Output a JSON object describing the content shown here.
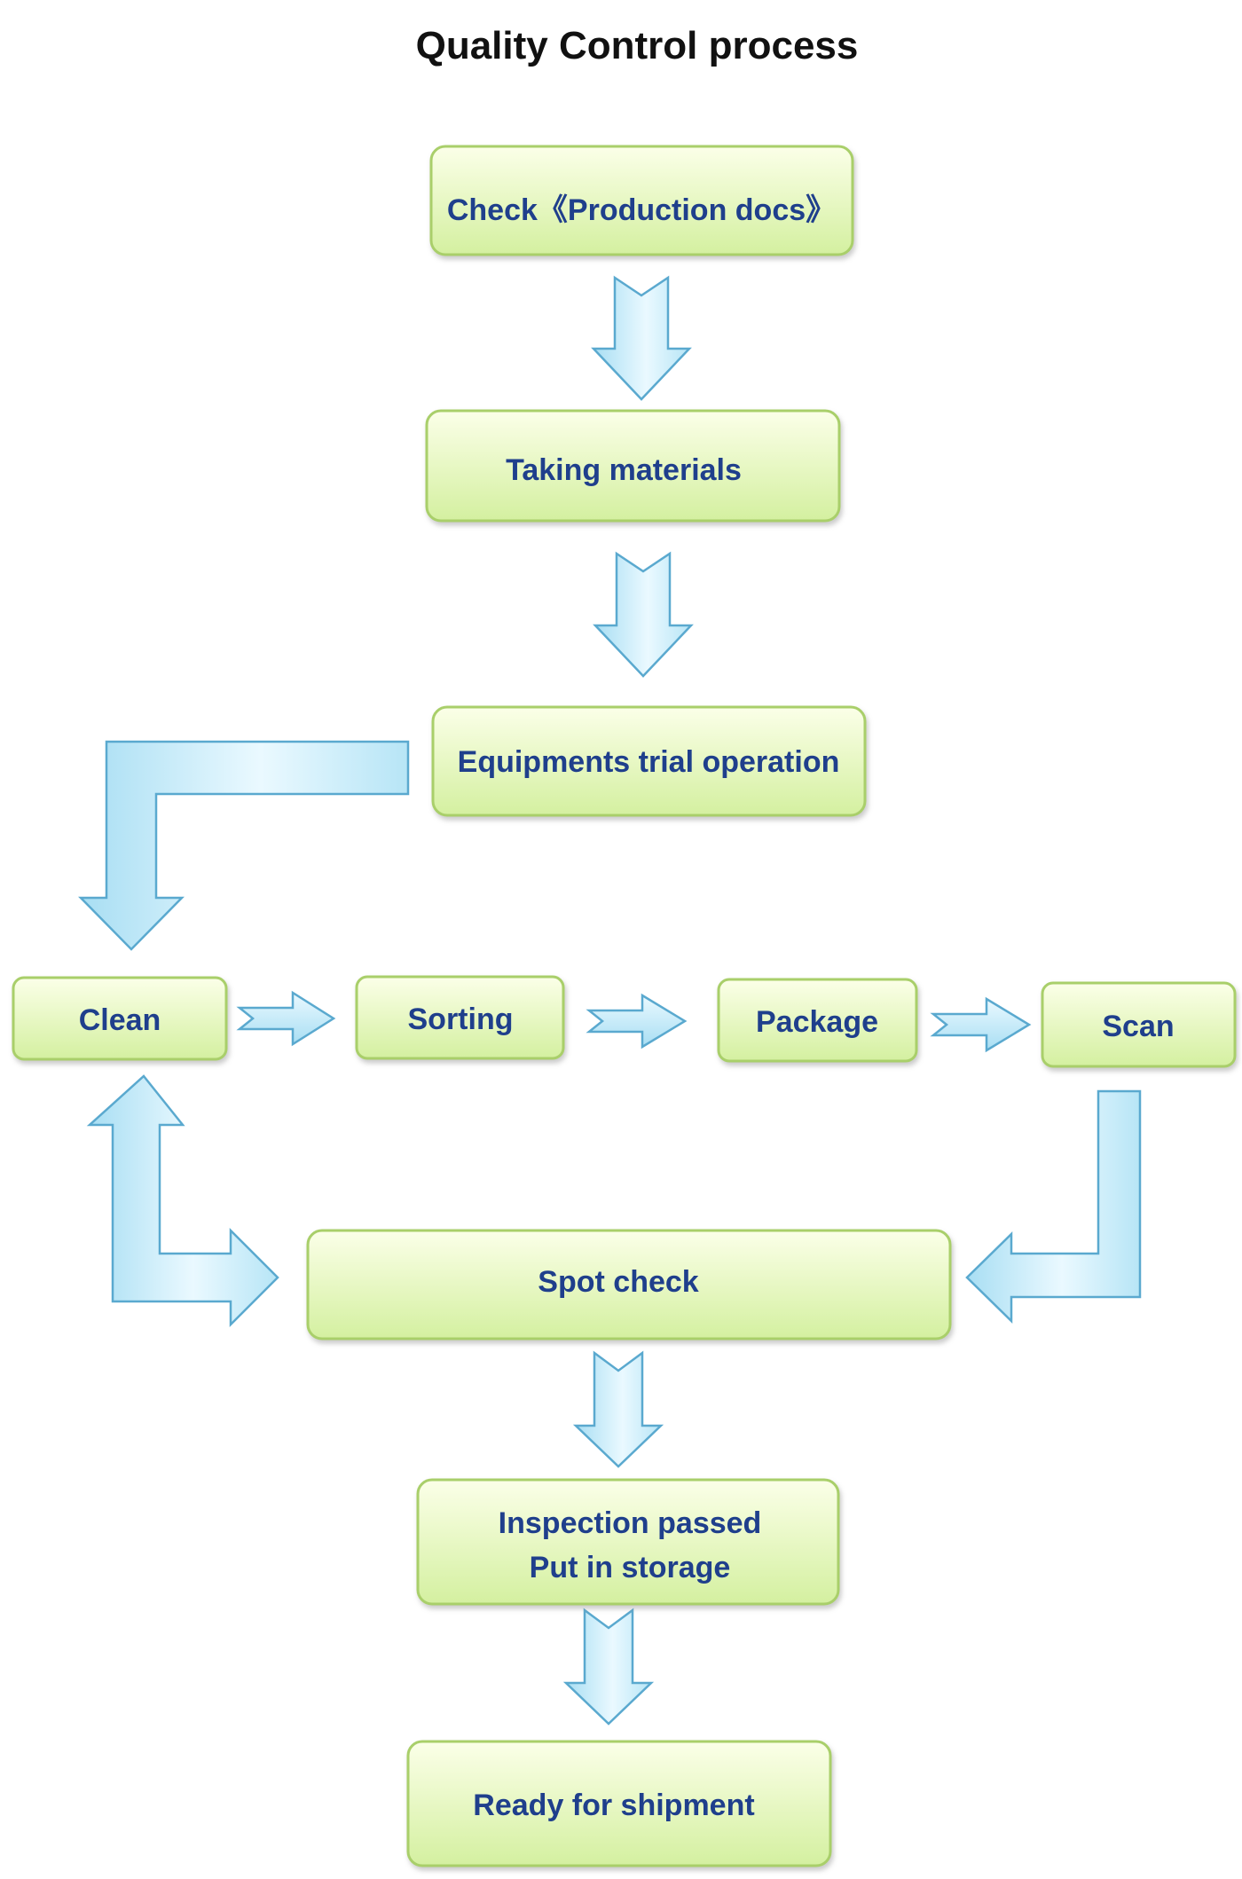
{
  "title": "Quality Control process",
  "colors": {
    "box_fill_top": "#fbffe8",
    "box_fill_bottom": "#d4f0a0",
    "box_border": "#a9cf6a",
    "arrow_fill_light": "#eaf9ff",
    "arrow_fill_dark": "#a8def3",
    "arrow_border": "#5aa9cf",
    "label_text": "#1f3f8c",
    "title_text": "#111111"
  },
  "nodes": {
    "check_docs": {
      "label": "Check《Production docs》"
    },
    "taking_materials": {
      "label": "Taking materials"
    },
    "equipment_trial": {
      "label": "Equipments trial operation"
    },
    "clean": {
      "label": "Clean"
    },
    "sorting": {
      "label": "Sorting"
    },
    "package": {
      "label": "Package"
    },
    "scan": {
      "label": "Scan"
    },
    "spot_check": {
      "label": "Spot check"
    },
    "inspection_passed": {
      "line1": "Inspection passed",
      "line2": "Put in storage"
    },
    "ready_shipment": {
      "label": "Ready for shipment"
    }
  },
  "edges": [
    {
      "from": "check_docs",
      "to": "taking_materials"
    },
    {
      "from": "taking_materials",
      "to": "equipment_trial"
    },
    {
      "from": "equipment_trial",
      "to": "clean"
    },
    {
      "from": "clean",
      "to": "sorting"
    },
    {
      "from": "sorting",
      "to": "package"
    },
    {
      "from": "package",
      "to": "scan"
    },
    {
      "from": "scan",
      "to": "spot_check"
    },
    {
      "from": "spot_check",
      "to": "clean",
      "bidirectional": true
    },
    {
      "from": "spot_check",
      "to": "inspection_passed"
    },
    {
      "from": "inspection_passed",
      "to": "ready_shipment"
    }
  ]
}
